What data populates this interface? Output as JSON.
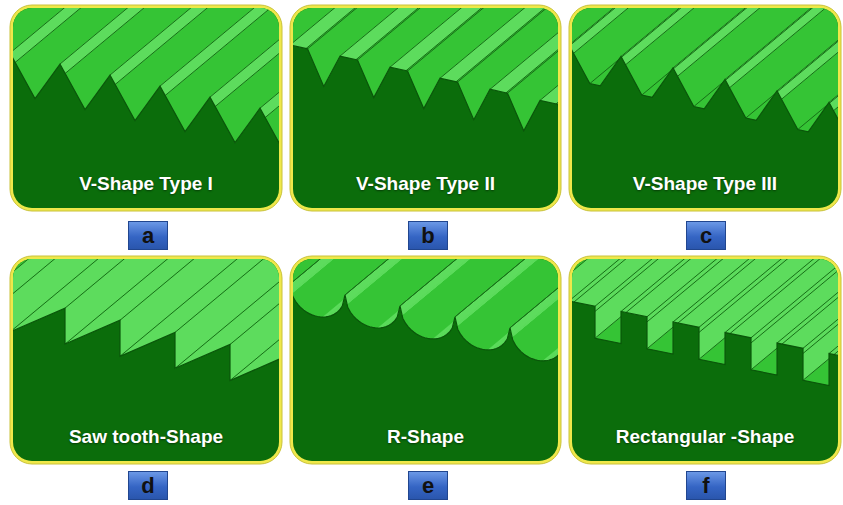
{
  "diagram": {
    "nodes": [
      {
        "text": [
          "V-Shape Type I"
        ]
      },
      {
        "text": [
          "V-Shape Type II"
        ]
      },
      {
        "text": [
          "V-Shape Type III"
        ]
      },
      {
        "text": [
          "a"
        ]
      },
      {
        "text": [
          "b"
        ]
      },
      {
        "text": [
          "c"
        ]
      },
      {
        "text": [
          "Saw tooth-Shape"
        ]
      },
      {
        "text": [
          "R-Shape"
        ]
      },
      {
        "text": [
          "Rectangular -Shape"
        ]
      },
      {
        "text": [
          "d"
        ]
      },
      {
        "text": [
          "e"
        ]
      },
      {
        "text": [
          "f"
        ]
      }
    ]
  }
}
